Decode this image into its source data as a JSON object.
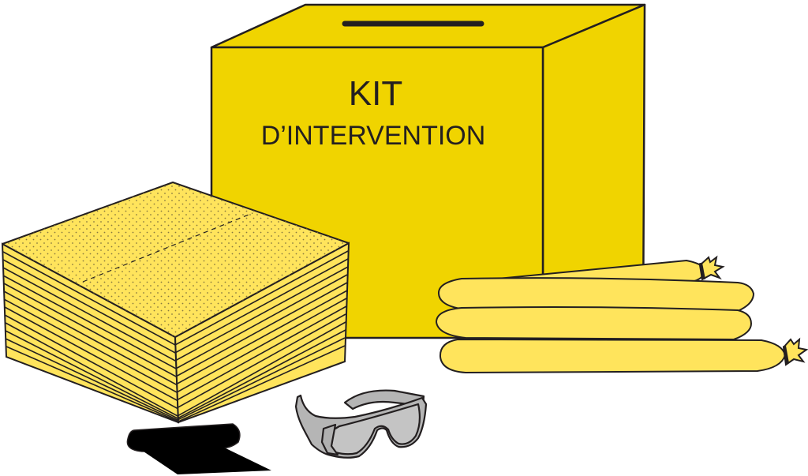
{
  "box": {
    "title_line1": "KIT",
    "title_line2": "D’INTERVENTION"
  },
  "colors": {
    "box_yellow": "#f0d400",
    "pad_yellow": "#ffe45c",
    "outline": "#231f20",
    "goggles_gray": "#b5b5b5",
    "bag_black": "#000000"
  },
  "items": [
    {
      "name": "storage-box",
      "label": "KIT D’INTERVENTION"
    },
    {
      "name": "absorbent-pads-stack"
    },
    {
      "name": "absorbent-socks"
    },
    {
      "name": "safety-goggles"
    },
    {
      "name": "disposal-bag"
    }
  ]
}
